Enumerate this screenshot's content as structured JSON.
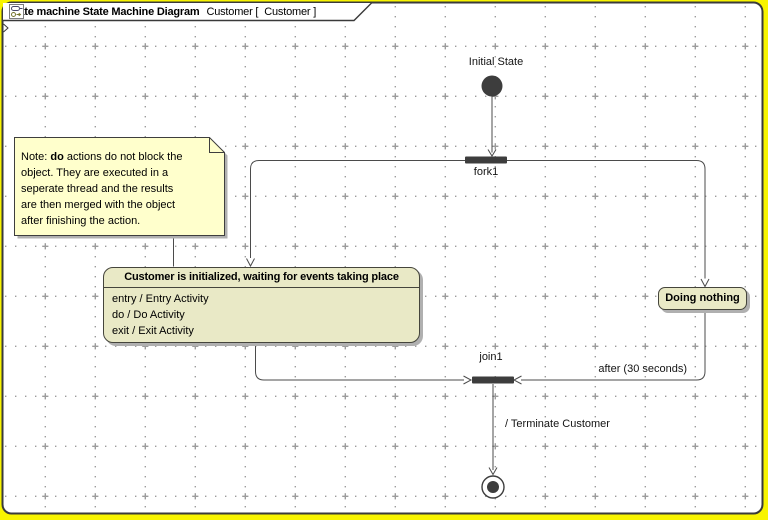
{
  "diagram": {
    "tab": {
      "kind_label": "state machine State Machine Diagram",
      "name_open": "Customer [",
      "name_close": "Customer ]",
      "icon": "state-machine-diagram-icon"
    },
    "nodes": {
      "initial_state": {
        "label": "Initial State"
      },
      "fork": {
        "label": "fork1"
      },
      "join": {
        "label": "join1"
      },
      "main_state": {
        "title": "Customer is initialized, waiting for events taking place",
        "activities": [
          "entry / Entry Activity",
          "do / Do Activity",
          "exit / Exit Activity"
        ]
      },
      "doing_nothing_state": {
        "label": "Doing nothing"
      },
      "final_state": {
        "label": ""
      }
    },
    "note": {
      "line1_prefix": "Note: ",
      "line1_bold": "do",
      "line1_rest": " actions do not block the",
      "lines": [
        "object. They are executed in a",
        "seperate thread and the results",
        "are then merged with the object",
        "after finishing the action."
      ]
    },
    "transitions": {
      "after_event": "after (30 seconds)",
      "terminate_effect": "/ Terminate Customer"
    }
  },
  "colors": {
    "outer_bg": "#f8f400",
    "canvas_bg": "#ffffff",
    "frame_border": "#3a3a3a",
    "grid": "#9c9c9c",
    "line": "#4b4b4b",
    "bar": "#3d3d3d",
    "note_fill": "#ffffcc",
    "note_border": "#3e3e3e",
    "state_fill": "#e9e9c6",
    "state_border": "#45453c",
    "shadow": "#b0b0b0"
  }
}
